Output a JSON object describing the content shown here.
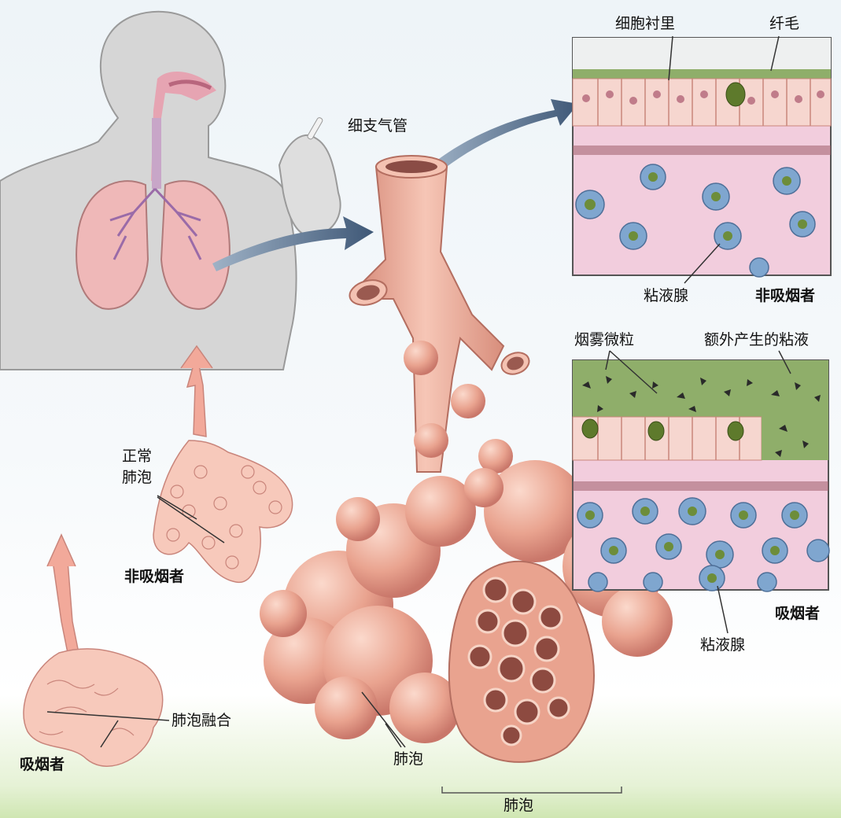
{
  "labels": {
    "bronchiole": "细支气管",
    "cell_lining": "细胞衬里",
    "cilia": "纤毛",
    "mucous_gland_top": "粘液腺",
    "nonsmoker_top": "非吸烟者",
    "smoke_particles": "烟雾微粒",
    "extra_mucus": "额外产生的粘液",
    "smoker_right": "吸烟者",
    "mucous_gland_bottom": "粘液腺",
    "normal_alveoli_line1": "正常",
    "normal_alveoli_line2": "肺泡",
    "nonsmoker_left": "非吸烟者",
    "alveoli_fusion": "肺泡融合",
    "smoker_left": "吸烟者",
    "alveoli_center": "肺泡",
    "alveoli_bottom": "肺泡"
  },
  "colors": {
    "tissue": "#e9a38f",
    "tissue_light": "#f3c2b2",
    "lung": "#efb8b8",
    "body_gray": "#d5d5d5",
    "mucus_green": "#8fae6a",
    "gland_blue": "#7fa6cf",
    "pink_tissue": "#f2cddd",
    "arrow": "#465f7c"
  }
}
